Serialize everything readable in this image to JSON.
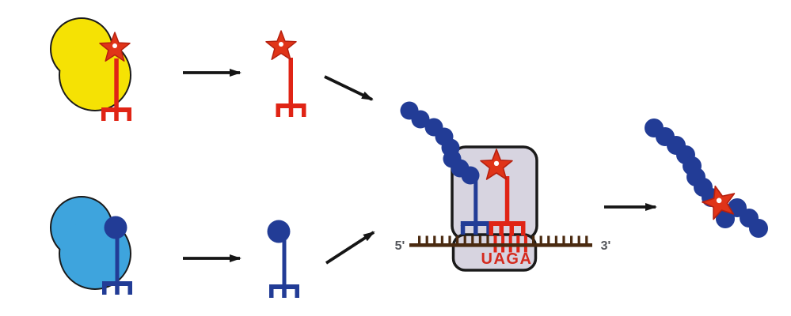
{
  "labels": {
    "five_prime": "5'",
    "three_prime": "3'",
    "codon": "UAGA"
  },
  "colors": {
    "yellow": "#F5E204",
    "sky_blue": "#3EA4DD",
    "navy": "#223C96",
    "red": "#E02415",
    "star_red": "#E03418",
    "codon_text_red": "#D42A1E",
    "ribosome_fill": "#D7D4E0",
    "mrna_brown": "#4A2A10",
    "arrow_black": "#151515",
    "label_gray": "#55575C",
    "background": "#FFFFFF"
  },
  "icons": {
    "star": "unnatural-amino-acid-star-icon",
    "bead": "amino-acid-bead-icon",
    "fork3": "three-prong-anticodon-icon",
    "fork4": "four-prong-anticodon-icon",
    "blob": "synthetase-enzyme-blob-icon",
    "arrow": "reaction-arrow-icon"
  }
}
